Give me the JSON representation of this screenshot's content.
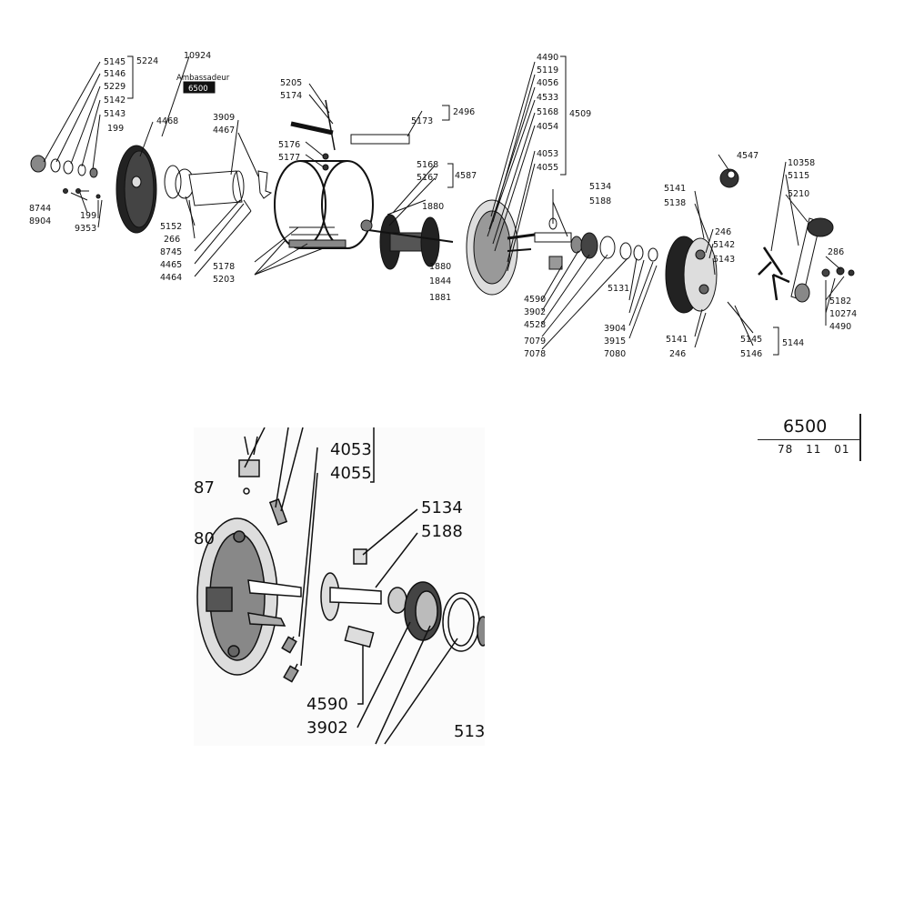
{
  "diagram": {
    "brand_label": "Ambassadeur",
    "brand_badge": "6500",
    "model_number": "6500",
    "model_date": [
      "78",
      "11",
      "01"
    ],
    "part_labels": {
      "5145": "5145",
      "5146": "5146",
      "5229": "5229",
      "5142": "5142",
      "5143": "5143",
      "199": "199",
      "5224": "5224",
      "10924": "10924",
      "4468": "4468",
      "8744": "8744",
      "8904": "8904",
      "9353": "9353",
      "3909": "3909",
      "4467": "4467",
      "5152": "5152",
      "266": "266",
      "8745": "8745",
      "4465": "4465",
      "4464": "4464",
      "5205": "5205",
      "5174": "5174",
      "5176": "5176",
      "5177": "5177",
      "5173": "5173",
      "2496": "2496",
      "5168": "5168",
      "5167": "5167",
      "4587": "4587",
      "1880": "1880",
      "5178": "5178",
      "5203": "5203",
      "1844": "1844",
      "1881": "1881",
      "4490": "4490",
      "5119": "5119",
      "4056": "4056",
      "4533": "4533",
      "4054": "4054",
      "4509": "4509",
      "4053": "4053",
      "4055": "4055",
      "5134": "5134",
      "5188": "5188",
      "4590": "4590",
      "3902": "3902",
      "4528": "4528",
      "7079": "7079",
      "7078": "7078",
      "5131": "5131",
      "3904": "3904",
      "3915": "3915",
      "7080": "7080",
      "4547": "4547",
      "5141": "5141",
      "5138": "5138",
      "246": "246",
      "10358": "10358",
      "5115": "5115",
      "5210": "5210",
      "286": "286",
      "5182": "5182",
      "10274": "10274",
      "5144": "5144"
    },
    "zoom_labels": {
      "4053": "4053",
      "4055": "4055",
      "5134": "5134",
      "5188": "5188",
      "4590": "4590",
      "3902": "3902",
      "513": "513",
      "87": "87",
      "80": "80"
    }
  }
}
